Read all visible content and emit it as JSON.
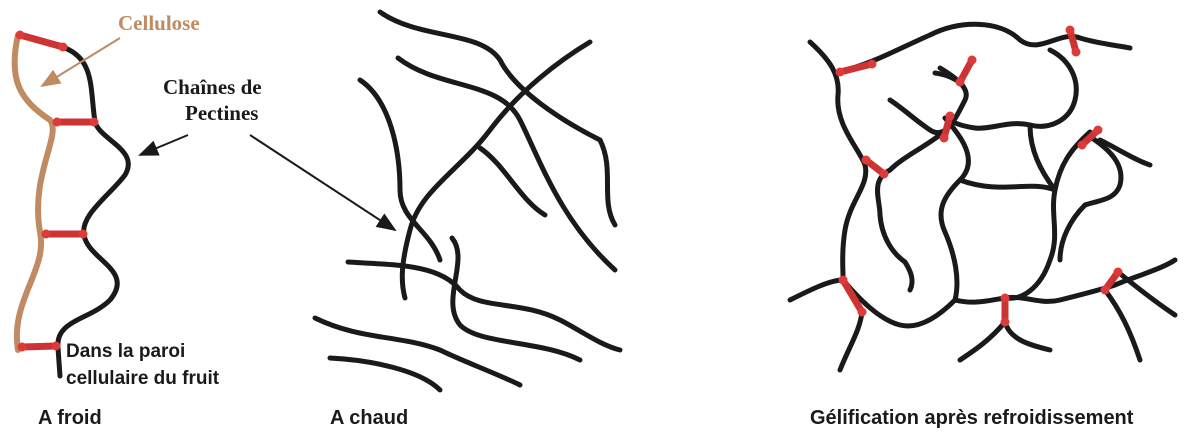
{
  "labels": {
    "cellulose": "Cellulose",
    "pectin_line1": "Chaînes de",
    "pectin_line2": "Pectines",
    "cell_wall_line1": "Dans la paroi",
    "cell_wall_line2": "cellulaire du fruit"
  },
  "captions": {
    "cold": "A froid",
    "hot": "A chaud",
    "gelation": "Gélification après refroidissement"
  },
  "colors": {
    "chain": "#1a1a1a",
    "cellulose": "#c08a62",
    "crosslink": "#cc3333",
    "node": "#dd3a3a",
    "cellulose_label": "#c08a62"
  }
}
